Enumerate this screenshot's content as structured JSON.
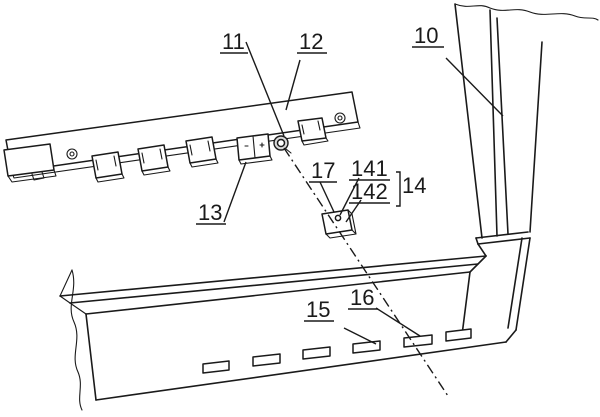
{
  "figure": {
    "labels": {
      "l10": "10",
      "l11": "11",
      "l12": "12",
      "l13": "13",
      "l14": "14",
      "l15": "15",
      "l16": "16",
      "l17": "17",
      "l141": "141",
      "l142": "142"
    }
  }
}
